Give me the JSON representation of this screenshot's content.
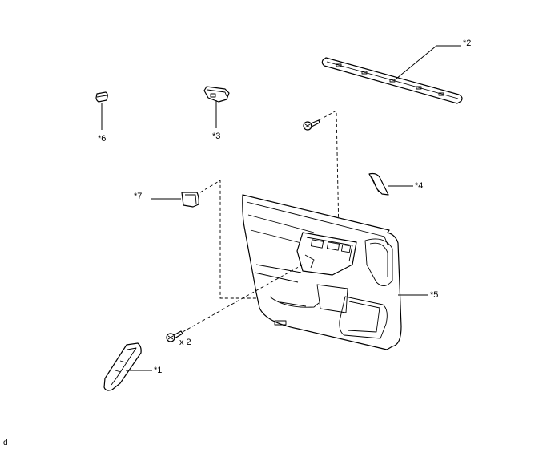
{
  "callouts": {
    "part1": "*1",
    "part2": "*2",
    "part3": "*3",
    "part4": "*4",
    "part5": "*5",
    "part6": "*6",
    "part7": "*7"
  },
  "quantity_note": "x 2",
  "corner_mark": "d"
}
